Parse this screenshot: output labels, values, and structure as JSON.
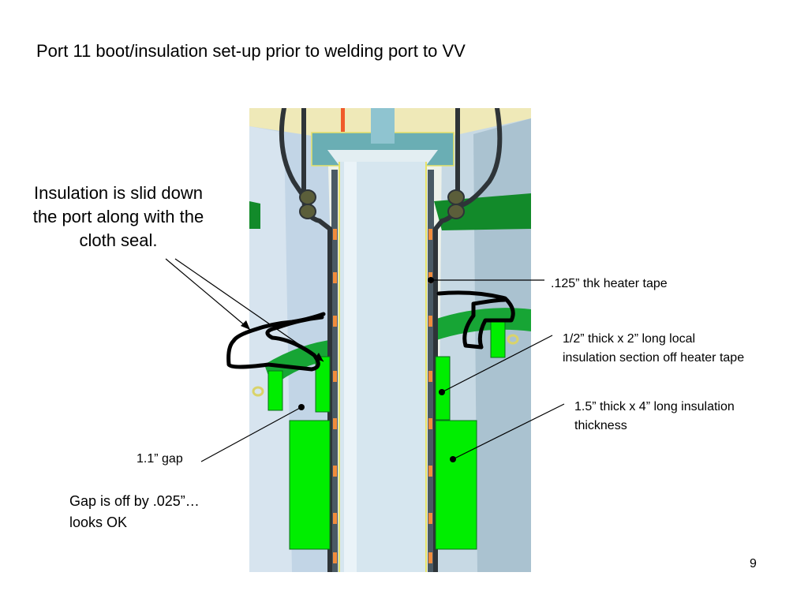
{
  "slide": {
    "title": "Port 11 boot/insulation set-up prior to welding port to VV",
    "page_number": "9"
  },
  "callouts": {
    "insulation_slid": "Insulation is slid down the port along with the cloth seal.",
    "heater_tape": ".125” thk heater tape",
    "local_insulation": "1/2” thick x 2” long local insulation section off heater tape",
    "insulation_thickness": "1.5” thick x 4” long insulation thickness",
    "gap": "1.1” gap",
    "gap_note": "Gap is off by .025”…looks OK"
  },
  "colors": {
    "insulation_green": "#00ee00",
    "pipe": "#d6e6ef",
    "heater_orange": "#f08c3c",
    "hub_teal": "#6aaeb4"
  }
}
